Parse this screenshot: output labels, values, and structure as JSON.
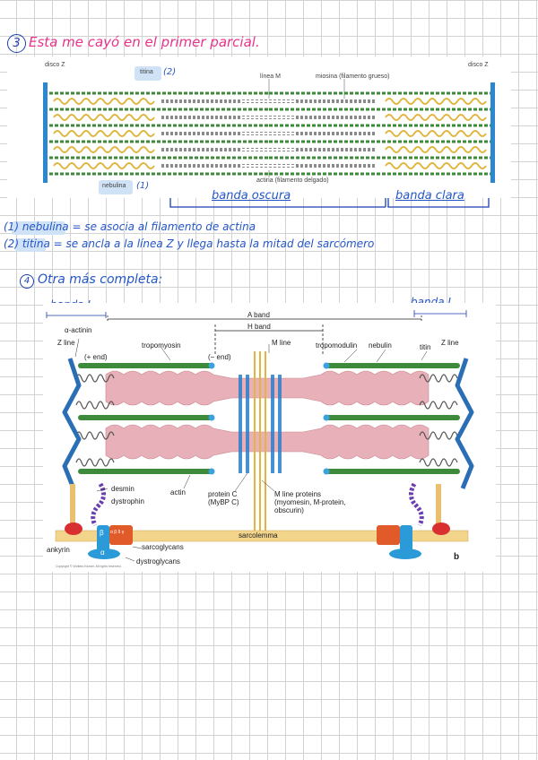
{
  "note1": {
    "number": "3",
    "title": "Esta me cayó en el primer parcial."
  },
  "figure1": {
    "disco_z_left": "disco Z",
    "disco_z_right": "disco Z",
    "titina": "titina",
    "titina_tag": "(2)",
    "linea_m": "línea M",
    "miosina": "miosina (filamento grueso)",
    "nebulina": "nebulina",
    "nebulina_tag": "(1)",
    "actina": "actina (filamento delgado)"
  },
  "bands1": {
    "oscura": "banda oscura",
    "clara": "banda clara"
  },
  "notes": {
    "line1": "(1) nebulina = se asocia al filamento de actina",
    "line2": "(2) titina = se ancla a la línea Z y llega hasta la mitad del sarcómero"
  },
  "note2": {
    "number": "4",
    "title": "Otra más completa:"
  },
  "bands2": {
    "left": "banda I",
    "right": "banda I"
  },
  "figure2": {
    "a_band": "A band",
    "h_band": "H band",
    "m_line": "M line",
    "alpha_actinin": "α-actinin",
    "z_line_left": "Z line",
    "z_line_right": "Z line",
    "plus_end": "(+ end)",
    "minus_end": "(− end)",
    "tropomyosin": "tropomyosin",
    "tropomodulin": "tropomodulin",
    "nebulin": "nebulin",
    "titin": "titin",
    "desmin": "desmin",
    "dystrophin": "dystrophin",
    "actin": "actin",
    "protein_c": "protein C",
    "mybp_c": "(MyBP C)",
    "m_line_proteins": "M line proteins",
    "m_line_proteins_2": "(myomesin, M-protein,",
    "m_line_proteins_3": "obscurin)",
    "sarcolemma": "sarcolemma",
    "ankyrin": "ankyrin",
    "sarcoglycans": "sarcoglycans",
    "dystroglycans": "dystroglycans",
    "beta": "β",
    "alpha": "α",
    "sg_letters": "α β δ γ",
    "panel_letter": "b",
    "copyright": "Copyright © Wolters Kluwer. All rights reserved."
  },
  "colors": {
    "pink_ink": "#e8328a",
    "blue_ink": "#2456c6",
    "zdisk": "#2a87d0",
    "myosin_pink": "#e5a3ad",
    "actin_green": "#3d8a3a",
    "titin_gold": "#e0b640"
  }
}
